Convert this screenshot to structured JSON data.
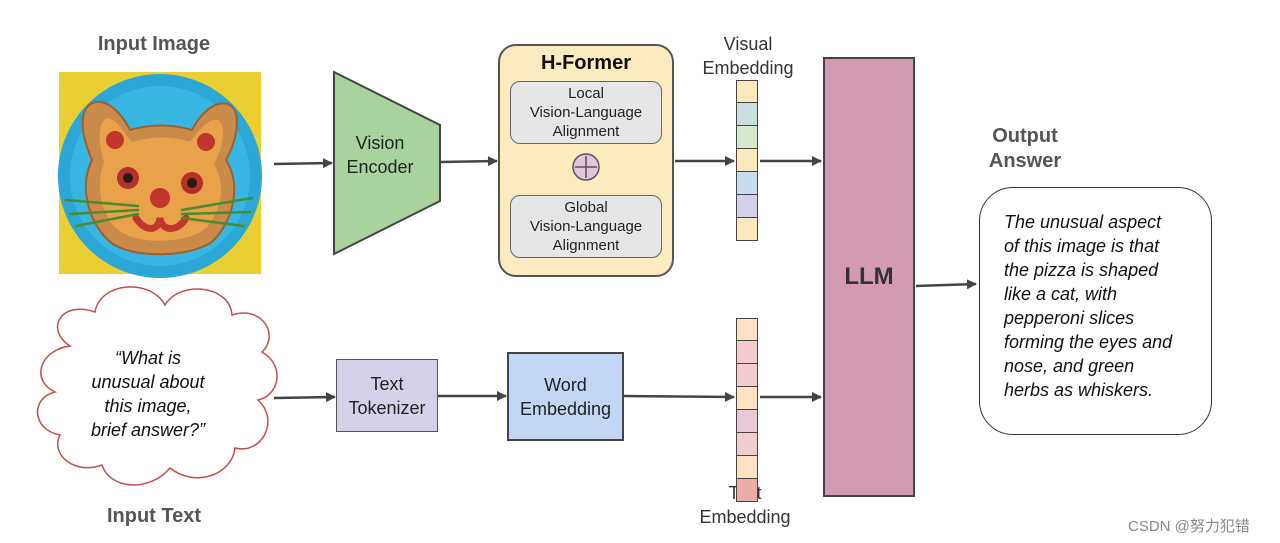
{
  "labels": {
    "input_image": "Input Image",
    "input_text": "Input Text",
    "output_answer_line1": "Output",
    "output_answer_line2": "Answer",
    "visual_embedding_line1": "Visual",
    "visual_embedding_line2": "Embedding",
    "text_embedding_line1": "Text",
    "text_embedding_line2": "Embedding",
    "watermark": "CSDN @努力犯错"
  },
  "blocks": {
    "vision_encoder_line1": "Vision",
    "vision_encoder_line2": "Encoder",
    "hformer_title": "H-Former",
    "local_alignment_line1": "Local",
    "local_alignment_line2": "Vision-Language",
    "local_alignment_line3": "Alignment",
    "global_alignment_line1": "Global",
    "global_alignment_line2": "Vision-Language",
    "global_alignment_line3": "Alignment",
    "text_tokenizer_line1": "Text",
    "text_tokenizer_line2": "Tokenizer",
    "word_embedding_line1": "Word",
    "word_embedding_line2": "Embedding",
    "llm": "LLM"
  },
  "question": {
    "line1": "“What is",
    "line2": "unusual about",
    "line3": "this image,",
    "line4": "brief answer?”"
  },
  "answer": {
    "line1": "The unusual aspect",
    "line2": "of this image is that",
    "line3": "the pizza is shaped",
    "line4": "like a cat, with",
    "line5": "pepperoni slices",
    "line6": "forming the eyes and",
    "line7": "nose, and green",
    "line8": "herbs as whiskers."
  },
  "colors": {
    "vision_encoder": "#a9d39c",
    "hformer": "#fcebbf",
    "alignment_box": "#e6e6e6",
    "text_tokenizer": "#d6d0e8",
    "word_embedding": "#c3d7f5",
    "llm": "#d39ab4",
    "cloud_stroke": "#c0504d"
  },
  "visual_embedding_cells": [
    "#fde7bf",
    "#c9dfe0",
    "#d7e9cc",
    "#fde7bf",
    "#c6dcef",
    "#d5d0ea",
    "#fde7bf"
  ],
  "text_embedding_cells": [
    "#fde3c4",
    "#f3ccd0",
    "#f3ccd0",
    "#fde3c4",
    "#e9c8d8",
    "#f3ccd0",
    "#fde3c4",
    "#e8aea6"
  ],
  "icons": {
    "plus": "circled-plus-icon",
    "image": "cat-pizza-image"
  }
}
